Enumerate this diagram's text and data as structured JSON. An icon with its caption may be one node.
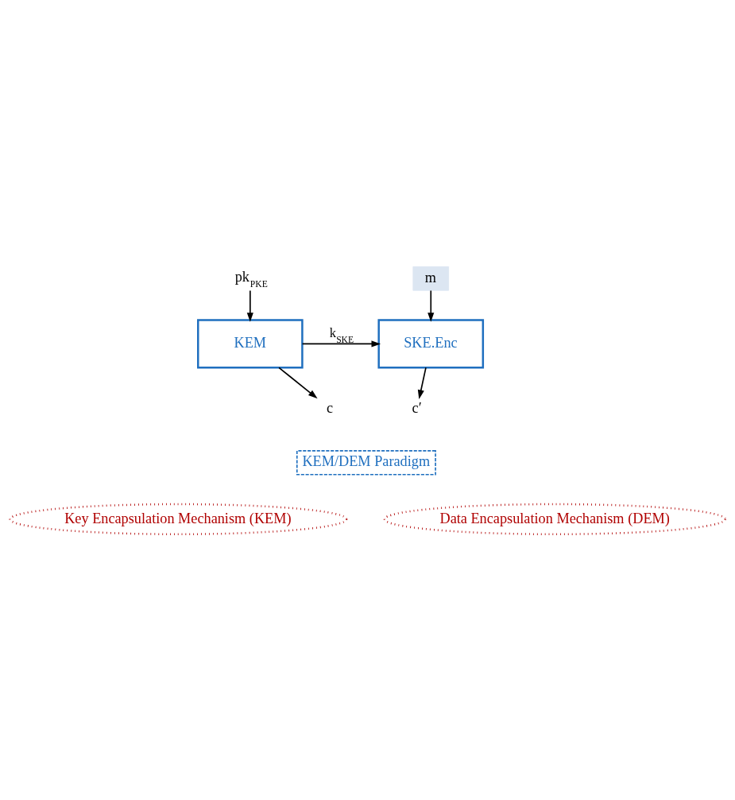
{
  "diagram": {
    "nodes": [
      {
        "text": [
          "KEM/DEM Paradigm"
        ]
      },
      {
        "text": [
          "Key Encapsulation Mechanism (KEM)"
        ]
      },
      {
        "text": [
          "Data Encapsulation Mechanism (DEM)"
        ]
      },
      {
        "text": [
          "pk$_{PKE}$"
        ]
      },
      {
        "text": [
          "KEM"
        ]
      },
      {
        "text": [
          "m"
        ]
      },
      {
        "text": [
          "SKE.Enc"
        ]
      },
      {
        "text": [
          "c"
        ]
      },
      {
        "text": [
          "c′"
        ]
      }
    ],
    "edges": [
      {
        "from": 3,
        "to": 4,
        "arrow": "to"
      },
      {
        "from": 4,
        "to": 6,
        "arrow": "to",
        "label": "k$_{SKE}$"
      },
      {
        "from": 5,
        "to": 6,
        "arrow": "to"
      },
      {
        "from": 4,
        "to": 7,
        "arrow": "to"
      },
      {
        "from": 6,
        "to": 8,
        "arrow": "to"
      }
    ]
  }
}
